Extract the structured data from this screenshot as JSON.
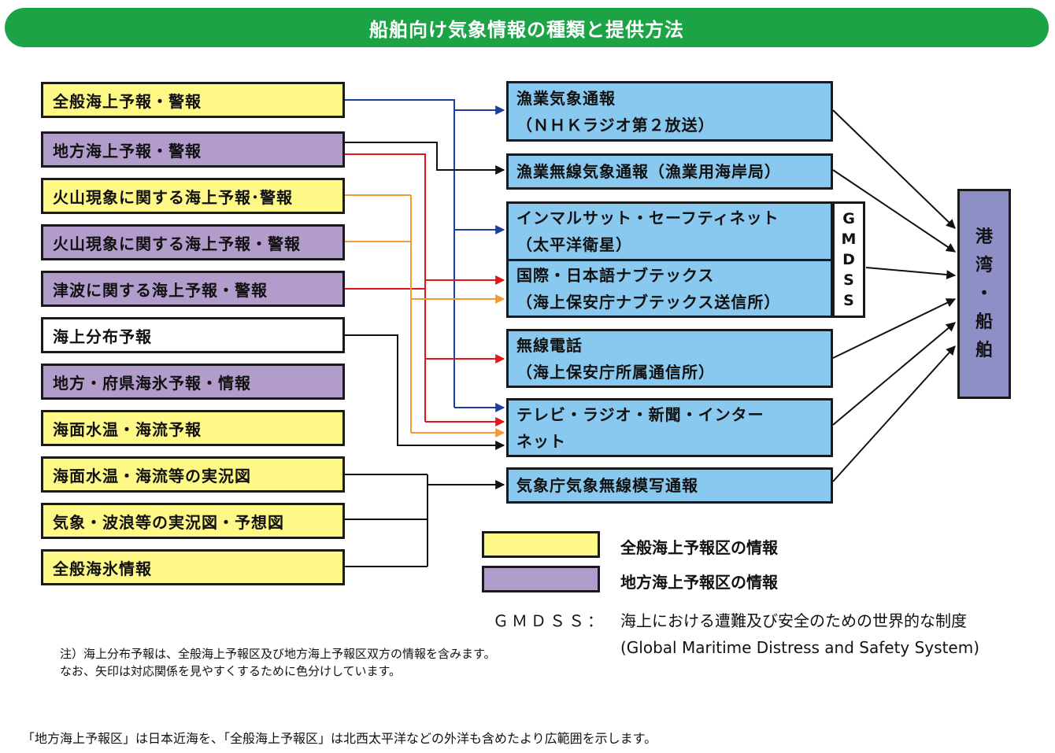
{
  "title": "船舶向け気象情報の種類と提供方法",
  "sources": [
    {
      "label": "全般海上予報・警報",
      "color": "yellow"
    },
    {
      "label": "地方海上予報・警報",
      "color": "purple"
    },
    {
      "label": "火山現象に関する海上予報･警報",
      "color": "yellow"
    },
    {
      "label": "火山現象に関する海上予報・警報",
      "color": "purple"
    },
    {
      "label": "津波に関する海上予報・警報",
      "color": "purple"
    },
    {
      "label": "海上分布予報",
      "color": "white"
    },
    {
      "label": "地方・府県海氷予報・情報",
      "color": "purple"
    },
    {
      "label": "海面水温・海流予報",
      "color": "yellow"
    },
    {
      "label": "海面水温・海流等の実況図",
      "color": "yellow"
    },
    {
      "label": "気象・波浪等の実況図・予想図",
      "color": "yellow"
    },
    {
      "label": "全般海氷情報",
      "color": "yellow"
    }
  ],
  "destinations": [
    {
      "line1": "漁業気象通報",
      "line2": "（ＮＨＫラジオ第２放送）"
    },
    {
      "line1": "漁業無線気象通報（漁業用海岸局）",
      "line2": ""
    },
    {
      "line1": "インマルサット・セーフティネット",
      "line2": "（太平洋衛星）"
    },
    {
      "line1": "国際・日本語ナブテックス",
      "line2": "（海上保安庁ナブテックス送信所）"
    },
    {
      "line1": "無線電話",
      "line2": "（海上保安庁所属通信所）"
    },
    {
      "line1": "テレビ・ラジオ・新聞・インター",
      "line2": "ネット"
    },
    {
      "line1": "気象庁気象無線模写通報",
      "line2": ""
    }
  ],
  "gmdss_letters": [
    "G",
    "M",
    "D",
    "S",
    "S"
  ],
  "port_label": [
    "港",
    "湾",
    "・",
    "船",
    "舶"
  ],
  "legend": {
    "yellow_label": "全般海上予報区の情報",
    "purple_label": "地方海上予報区の情報",
    "gmdss_key": "ＧＭＤＳＳ：",
    "gmdss_desc_ja": "海上における遭難及び安全のための世界的な制度",
    "gmdss_desc_en": "(Global Maritime Distress and Safety System)"
  },
  "note_line1": "注）海上分布予報は、全般海上予報区及び地方海上予報区双方の情報を含みます。",
  "note_line2": "なお、矢印は対応関係を見やすくするために色分けしています。",
  "footer": "「地方海上予報区」は日本近海を、「全般海上予報区」は北西太平洋などの外洋も含めたより広範囲を示します。",
  "colors": {
    "title_bg": "#1ba345",
    "yellow": "#fef887",
    "purple": "#b29ccc",
    "destination": "#8ac9ef",
    "port": "#8f8fc7",
    "arrow_blue": "#1b3fa0",
    "arrow_red": "#e0161b",
    "arrow_orange": "#f39a34",
    "arrow_black": "#111111"
  }
}
